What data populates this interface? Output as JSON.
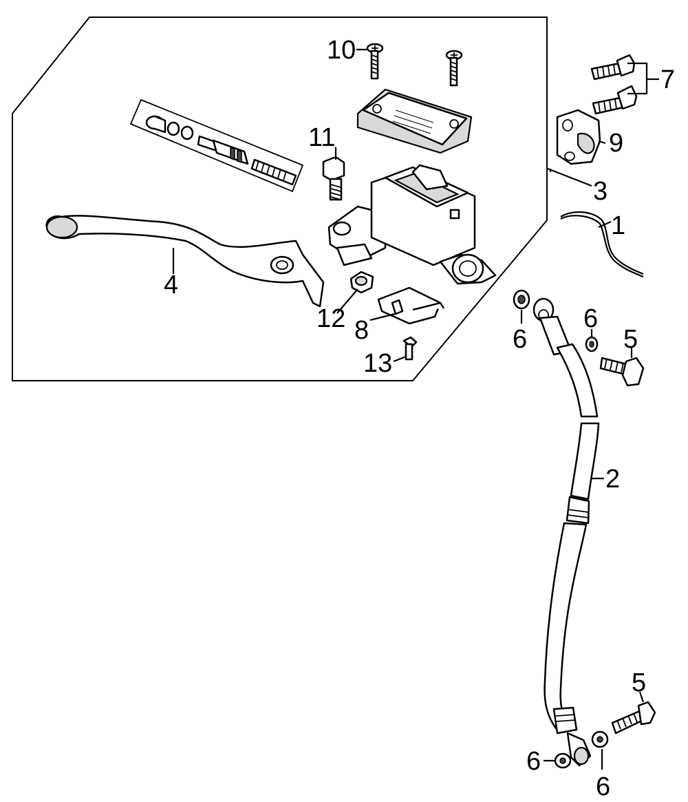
{
  "labels": {
    "p1": "1",
    "p2": "2",
    "p3": "3",
    "p4": "4",
    "p5a": "5",
    "p5b": "5",
    "p6a": "6",
    "p6b": "6",
    "p6c": "6",
    "p6d": "6",
    "p7": "7",
    "p8": "8",
    "p9": "9",
    "p10": "10",
    "p11": "11",
    "p12": "12",
    "p13": "13"
  }
}
